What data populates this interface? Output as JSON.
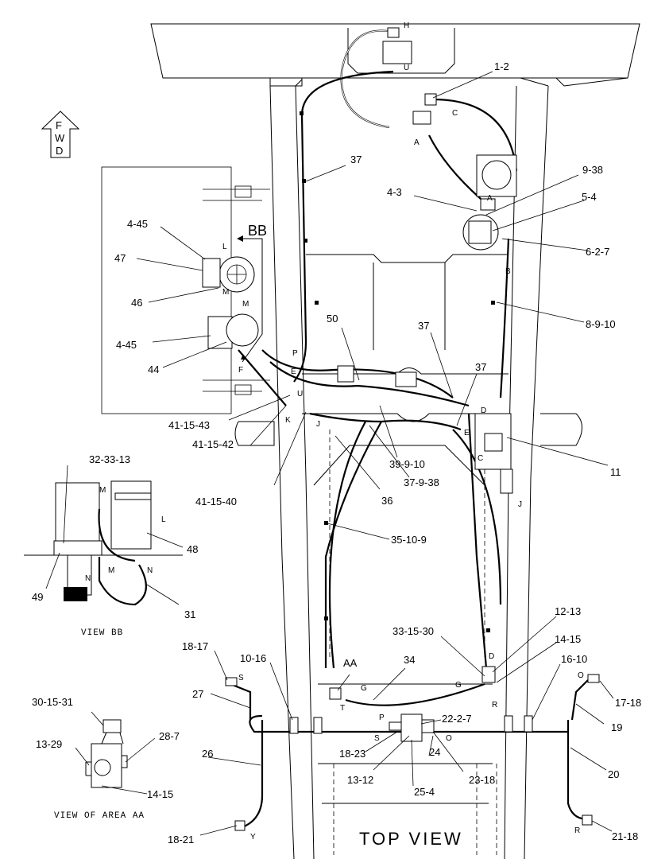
{
  "diagram": {
    "title": "TOP VIEW",
    "fwd_label": "FWD",
    "section_marker": "BB",
    "view_labels": {
      "view_bb": "VIEW BB",
      "view_area_aa": "VIEW OF AREA AA"
    },
    "part_callouts": [
      "1-2",
      "37",
      "4-3",
      "9-38",
      "5-4",
      "6-2-7",
      "8-9-10",
      "4-45",
      "47",
      "46",
      "4-45",
      "44",
      "50",
      "37",
      "37",
      "41-15-43",
      "41-15-42",
      "41-15-40",
      "39-9-10",
      "37-9-38",
      "36",
      "11",
      "32-33-13",
      "48",
      "49",
      "31",
      "35-10-9",
      "12-13",
      "33-15-30",
      "14-15",
      "16-10",
      "18-17",
      "10-16",
      "27",
      "34",
      "AA",
      "30-15-31",
      "13-29",
      "28-7",
      "26",
      "14-15",
      "22-2-7",
      "18-23",
      "13-12",
      "24",
      "23-18",
      "25-4",
      "17-18",
      "19",
      "20",
      "18-21",
      "21-18"
    ],
    "connection_letters": [
      "H",
      "U",
      "C",
      "A",
      "A",
      "B",
      "L",
      "M",
      "M",
      "P",
      "E",
      "F",
      "U",
      "K",
      "J",
      "D",
      "E",
      "C",
      "J",
      "M",
      "L",
      "M",
      "N",
      "N",
      "S",
      "T",
      "G",
      "G",
      "D",
      "R",
      "P",
      "S",
      "O",
      "O",
      "Y",
      "R"
    ]
  }
}
